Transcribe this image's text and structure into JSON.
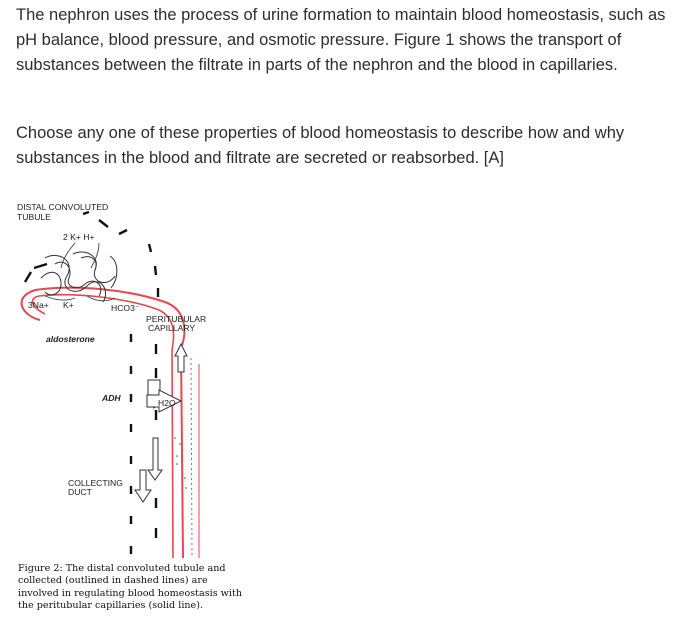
{
  "question": {
    "paragraph1": "The nephron uses the process of urine formation to maintain blood homeostasis, such as pH balance, blood pressure, and osmotic pressure. Figure 1 shows the transport of substances between the filtrate in parts of the nephron and the blood in capillaries.",
    "paragraph2": "Choose any one of these properties of blood homeostasis to describe how and why substances in the blood and filtrate are secreted or reabsorbed. [A]"
  },
  "figure": {
    "label_dct_line1": "DISTAL CONVOLUTED",
    "label_dct_line2": "TUBULE",
    "label_secreted": "2 K+  H+",
    "label_na": "3Na+",
    "label_k": "K+",
    "label_hco3": "HCO3⁻",
    "label_ptc_line1": "PERITUBULAR",
    "label_ptc_line2": "CAPILLARY",
    "label_aldosterone": "aldosterone",
    "label_adh": "ADH",
    "label_h2o": "H2O",
    "label_cd_line1": "COLLECTING",
    "label_cd_line2": "DUCT",
    "caption": "Figure 2: The distal convoluted tubule and collected (outlined in dashed lines) are involved in regulating blood homeostasis with the peritubular capillaries (solid line).",
    "capillary_color": "#e8474f"
  }
}
